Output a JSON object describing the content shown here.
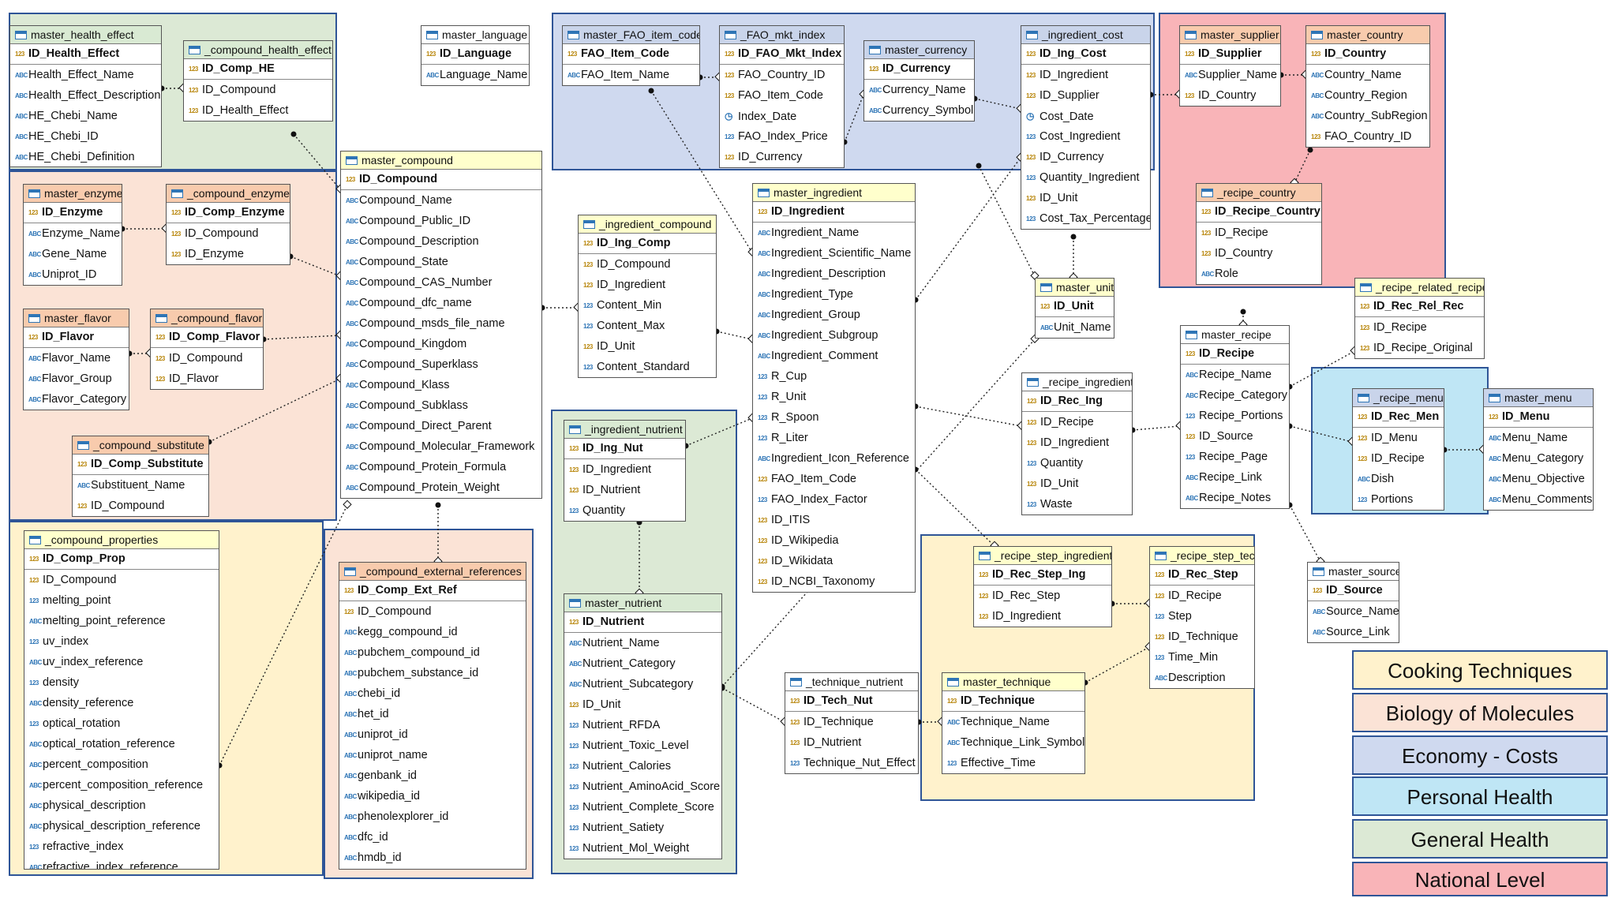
{
  "colors": {
    "cooking": "#fff2cc",
    "biology": "#fbe3d6",
    "economy": "#cfd9ef",
    "personal": "#bfe6f5",
    "general": "#dce9d5",
    "national": "#f9b4b8",
    "border": "#2f5597"
  },
  "icons": {
    "table": "table-icon",
    "number": "numeric-type-icon",
    "text": "text-type-icon",
    "date": "date-type-icon",
    "key": "key-icon"
  },
  "legend": [
    {
      "label": "Cooking Techniques",
      "color": "#fff2cc"
    },
    {
      "label": "Biology of Molecules",
      "color": "#fbe3d6"
    },
    {
      "label": "Economy - Costs",
      "color": "#cfd9ef"
    },
    {
      "label": "Personal Health",
      "color": "#bfe6f5"
    },
    {
      "label": "General Health",
      "color": "#dce9d5"
    },
    {
      "label": "National Level",
      "color": "#f9b4b8"
    }
  ],
  "tables": {
    "master_health_effect": {
      "name": "master_health_effect",
      "pk": "ID_Health_Effect",
      "fields": [
        "Health_Effect_Name",
        "Health_Effect_Description",
        "HE_Chebi_Name",
        "HE_Chebi_ID",
        "HE_Chebi_Definition"
      ]
    },
    "compound_health_effect": {
      "name": "_compound_health_effect",
      "pk": "ID_Comp_HE",
      "fields": [
        "ID_Compound",
        "ID_Health_Effect"
      ]
    },
    "master_language": {
      "name": "master_language",
      "pk": "ID_Language",
      "fields": [
        "Language_Name"
      ]
    },
    "master_FAO_item_code": {
      "name": "master_FAO_item_code",
      "pk": "FAO_Item_Code",
      "fields": [
        "FAO_Item_Name"
      ]
    },
    "FAO_mkt_index": {
      "name": "_FAO_mkt_index",
      "pk": "ID_FAO_Mkt_Index",
      "fields": [
        "FAO_Country_ID",
        "FAO_Item_Code",
        "Index_Date",
        "FAO_Index_Price",
        "ID_Currency"
      ]
    },
    "master_currency": {
      "name": "master_currency",
      "pk": "ID_Currency",
      "fields": [
        "Currency_Name",
        "Currency_Symbol"
      ]
    },
    "ingredient_cost": {
      "name": "_ingredient_cost",
      "pk": "ID_Ing_Cost",
      "fields": [
        "ID_Ingredient",
        "ID_Supplier",
        "Cost_Date",
        "Cost_Ingredient",
        "ID_Currency",
        "Quantity_Ingredient",
        "ID_Unit",
        "Cost_Tax_Percentage"
      ]
    },
    "master_supplier": {
      "name": "master_supplier",
      "pk": "ID_Supplier",
      "fields": [
        "Supplier_Name",
        "ID_Country"
      ]
    },
    "master_country": {
      "name": "master_country",
      "pk": "ID_Country",
      "fields": [
        "Country_Name",
        "Country_Region",
        "Country_SubRegion",
        "FAO_Country_ID"
      ]
    },
    "recipe_country": {
      "name": "_recipe_country",
      "pk": "ID_Recipe_Country",
      "fields": [
        "ID_Recipe",
        "ID_Country",
        "Role"
      ]
    },
    "master_enzyme": {
      "name": "master_enzyme",
      "pk": "ID_Enzyme",
      "fields": [
        "Enzyme_Name",
        "Gene_Name",
        "Uniprot_ID"
      ]
    },
    "compound_enzyme": {
      "name": "_compound_enzyme",
      "pk": "ID_Comp_Enzyme",
      "fields": [
        "ID_Compound",
        "ID_Enzyme"
      ]
    },
    "master_flavor": {
      "name": "master_flavor",
      "pk": "ID_Flavor",
      "fields": [
        "Flavor_Name",
        "Flavor_Group",
        "Flavor_Category"
      ]
    },
    "compound_flavor": {
      "name": "_compound_flavor",
      "pk": "ID_Comp_Flavor",
      "fields": [
        "ID_Compound",
        "ID_Flavor"
      ]
    },
    "compound_substitute": {
      "name": "_compound_substitute",
      "pk": "ID_Comp_Substitute",
      "fields": [
        "Substituent_Name",
        "ID_Compound"
      ]
    },
    "master_compound": {
      "name": "master_compound",
      "pk": "ID_Compound",
      "fields": [
        "Compound_Name",
        "Compound_Public_ID",
        "Compound_Description",
        "Compound_State",
        "Compound_CAS_Number",
        "Compound_dfc_name",
        "Compound_msds_file_name",
        "Compound_Kingdom",
        "Compound_Superklass",
        "Compound_Klass",
        "Compound_Subklass",
        "Compound_Direct_Parent",
        "Compound_Molecular_Framework",
        "Compound_Protein_Formula",
        "Compound_Protein_Weight"
      ]
    },
    "ingredient_compound": {
      "name": "_ingredient_compound",
      "pk": "ID_Ing_Comp",
      "fields": [
        "ID_Compound",
        "ID_Ingredient",
        "Content_Min",
        "Content_Max",
        "ID_Unit",
        "Content_Standard"
      ]
    },
    "master_ingredient": {
      "name": "master_ingredient",
      "pk": "ID_Ingredient",
      "fields": [
        "Ingredient_Name",
        "Ingredient_Scientific_Name",
        "Ingredient_Description",
        "Ingredient_Type",
        "Ingredient_Group",
        "Ingredient_Subgroup",
        "Ingredient_Comment",
        "R_Cup",
        "R_Unit",
        "R_Spoon",
        "R_Liter",
        "Ingredient_Icon_Reference",
        "FAO_Item_Code",
        "FAO_Index_Factor",
        "ID_ITIS",
        "ID_Wikipedia",
        "ID_Wikidata",
        "ID_NCBI_Taxonomy"
      ]
    },
    "master_unit": {
      "name": "master_unit",
      "pk": "ID_Unit",
      "fields": [
        "Unit_Name"
      ]
    },
    "recipe_ingredient": {
      "name": "_recipe_ingredient",
      "pk": "ID_Rec_Ing",
      "fields": [
        "ID_Recipe",
        "ID_Ingredient",
        "Quantity",
        "ID_Unit",
        "Waste"
      ]
    },
    "master_recipe": {
      "name": "master_recipe",
      "pk": "ID_Recipe",
      "fields": [
        "Recipe_Name",
        "Recipe_Category",
        "Recipe_Portions",
        "ID_Source",
        "Recipe_Page",
        "Recipe_Link",
        "Recipe_Notes"
      ]
    },
    "recipe_related_recipe": {
      "name": "_recipe_related_recipe",
      "pk": "ID_Rec_Rel_Rec",
      "fields": [
        "ID_Recipe",
        "ID_Recipe_Original"
      ]
    },
    "recipe_menu": {
      "name": "_recipe_menu",
      "pk": "ID_Rec_Men",
      "fields": [
        "ID_Menu",
        "ID_Recipe",
        "Dish",
        "Portions"
      ]
    },
    "master_menu": {
      "name": "master_menu",
      "pk": "ID_Menu",
      "fields": [
        "Menu_Name",
        "Menu_Category",
        "Menu_Objective",
        "Menu_Comments"
      ]
    },
    "ingredient_nutrient": {
      "name": "_ingredient_nutrient",
      "pk": "ID_Ing_Nut",
      "fields": [
        "ID_Ingredient",
        "ID_Nutrient",
        "Quantity"
      ]
    },
    "master_nutrient": {
      "name": "master_nutrient",
      "pk": "ID_Nutrient",
      "fields": [
        "Nutrient_Name",
        "Nutrient_Category",
        "Nutrient_Subcategory",
        "ID_Unit",
        "Nutrient_RFDA",
        "Nutrient_Toxic_Level",
        "Nutrient_Calories",
        "Nutrient_AminoAcid_Score",
        "Nutrient_Complete_Score",
        "Nutrient_Satiety",
        "Nutrient_Mol_Weight"
      ]
    },
    "compound_properties": {
      "name": "_compound_properties",
      "pk": "ID_Comp_Prop",
      "fields": [
        "ID_Compound",
        "melting_point",
        "melting_point_reference",
        "uv_index",
        "uv_index_reference",
        "density",
        "density_reference",
        "optical_rotation",
        "optical_rotation_reference",
        "percent_composition",
        "percent_composition_reference",
        "physical_description",
        "physical_description_reference",
        "refractive_index",
        "refractive_index_reference"
      ]
    },
    "compound_external_references": {
      "name": "_compound_external_references",
      "pk": "ID_Comp_Ext_Ref",
      "fields": [
        "ID_Compound",
        "kegg_compound_id",
        "pubchem_compound_id",
        "pubchem_substance_id",
        "chebi_id",
        "het_id",
        "uniprot_id",
        "uniprot_name",
        "genbank_id",
        "wikipedia_id",
        "phenolexplorer_id",
        "dfc_id",
        "hmdb_id"
      ]
    },
    "technique_nutrient": {
      "name": "_technique_nutrient",
      "pk": "ID_Tech_Nut",
      "fields": [
        "ID_Technique",
        "ID_Nutrient",
        "Technique_Nut_Effect"
      ]
    },
    "master_technique": {
      "name": "master_technique",
      "pk": "ID_Technique",
      "fields": [
        "Technique_Name",
        "Technique_Link_Symbol",
        "Effective_Time"
      ]
    },
    "recipe_step_ingredient": {
      "name": "_recipe_step_ingredient",
      "pk": "ID_Rec_Step_Ing",
      "fields": [
        "ID_Rec_Step",
        "ID_Ingredient"
      ]
    },
    "recipe_step_tech": {
      "name": "_recipe_step_tech",
      "pk": "ID_Rec_Step",
      "fields": [
        "ID_Recipe",
        "Step",
        "ID_Technique",
        "Time_Min",
        "Description"
      ]
    },
    "master_source": {
      "name": "master_source",
      "pk": "ID_Source",
      "fields": [
        "Source_Name",
        "Source_Link"
      ]
    }
  }
}
